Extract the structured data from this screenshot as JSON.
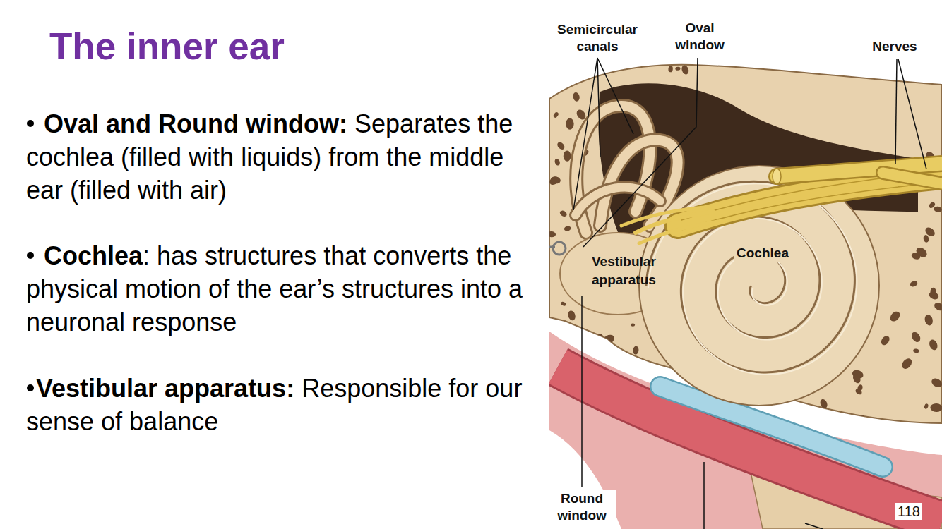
{
  "diagram": {
    "title": "The inner ear",
    "labels": [
      "Oval and Round window:",
      "Separates the cochlea (filled with liquids) from the middle ear (filled with air)",
      "Cochlea",
      ": has structures that converts the physical motion of the ear’s structures into a neuronal response",
      "Vestibular apparatus:",
      "Responsible for our sense of balance",
      "Semicircular canals",
      "Oval window",
      "Nerves",
      "Vestibular apparatus",
      "Cochlea",
      "Round window",
      "118"
    ]
  }
}
